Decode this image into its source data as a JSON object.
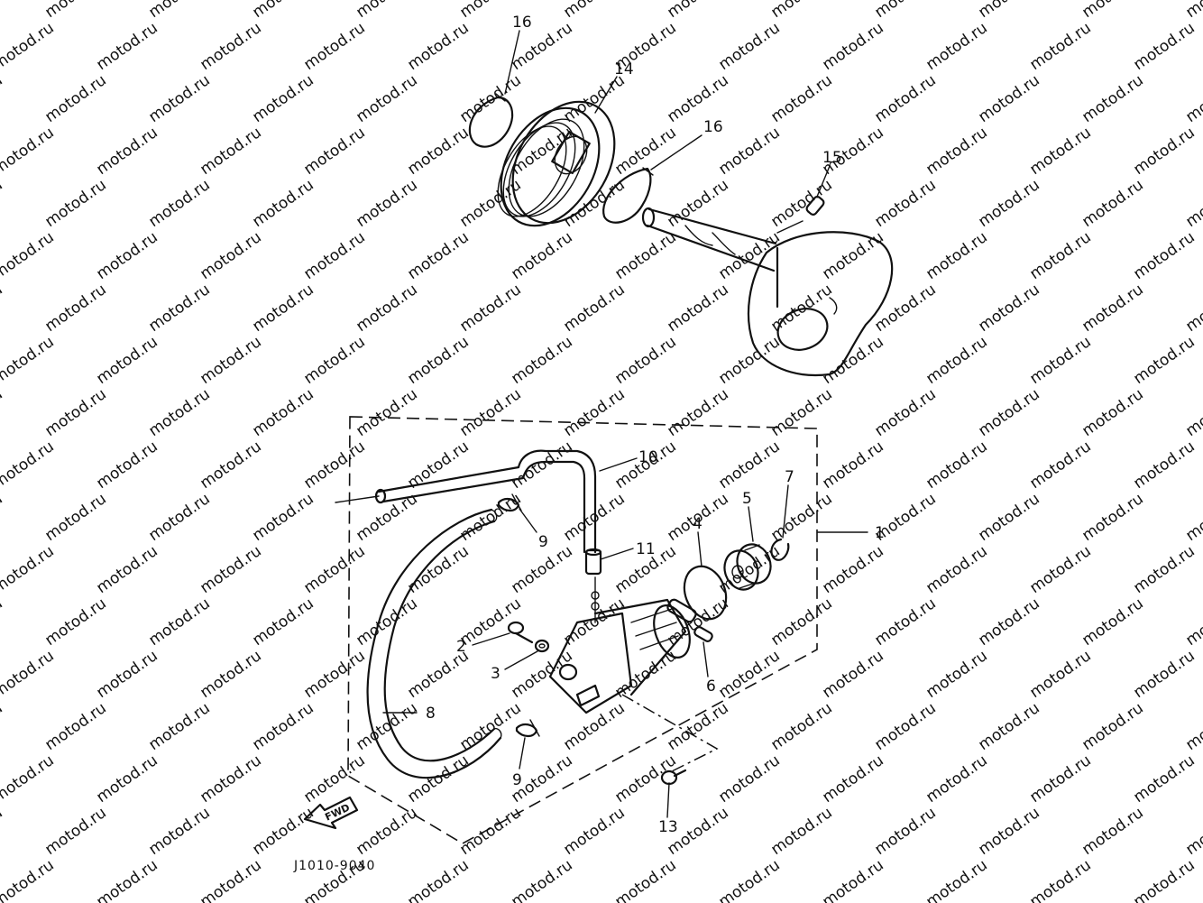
{
  "watermark": "motod.ru",
  "diagram_code": "J1010-9040",
  "fwd_label": "FWD",
  "callouts": {
    "p1": "1",
    "p2": "2",
    "p3": "3",
    "p4": "4",
    "p5": "5",
    "p6": "6",
    "p7": "7",
    "p8": "8",
    "p9a": "9",
    "p9b": "9",
    "p10": "10",
    "p11": "11",
    "p13": "13",
    "p14": "14",
    "p15": "15",
    "p16a": "16",
    "p16b": "16"
  }
}
